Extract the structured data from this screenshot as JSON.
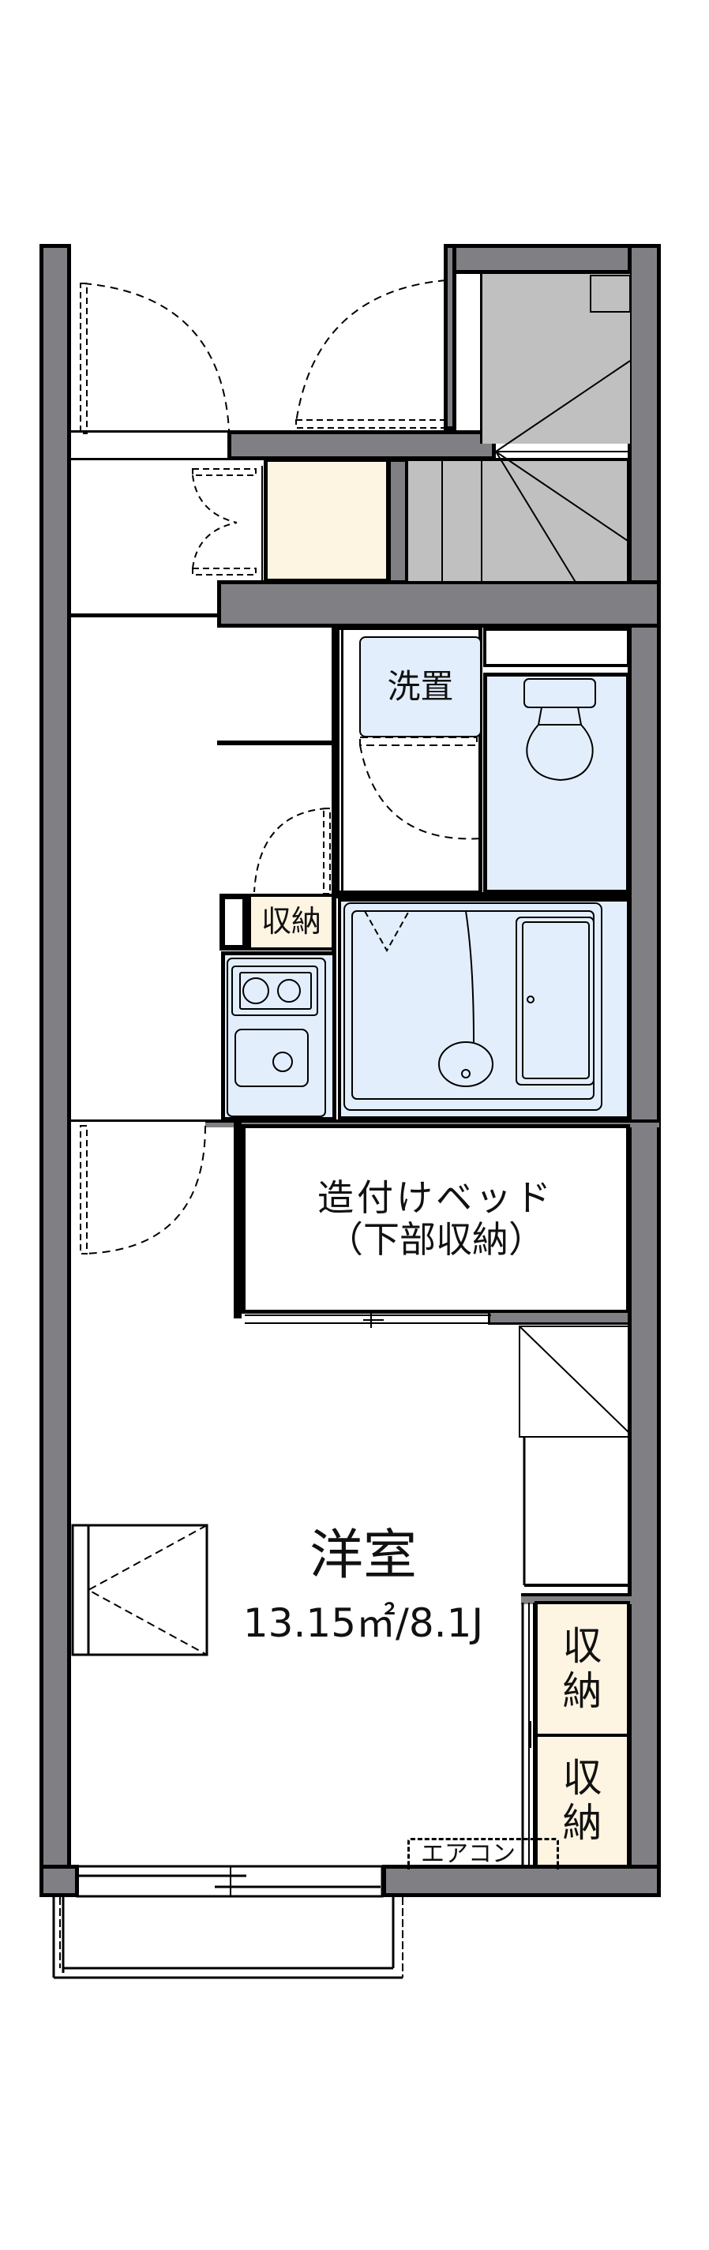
{
  "floor_plan": {
    "rooms": {
      "western_room": {
        "name": "洋室",
        "area": "13.15㎡/8.1J"
      },
      "built_in_bed": {
        "line1": "造付けベッド",
        "line2": "（下部収納）"
      },
      "washer_space": {
        "label": "洗置"
      },
      "kitchen_storage": {
        "label": "収納"
      },
      "closet_upper": {
        "line1": "収",
        "line2": "納"
      },
      "closet_lower": {
        "line1": "収",
        "line2": "納"
      },
      "air_conditioner": {
        "label": "エアコン"
      }
    },
    "fixtures": [
      "entrance-door",
      "shoe-box",
      "staircase",
      "toilet",
      "unit-bath",
      "bathtub",
      "washbasin",
      "two-burner-stove",
      "kitchen-sink",
      "balcony",
      "sliding-window"
    ],
    "colors": {
      "wall": "#808084",
      "wet_area": "#e3eefc",
      "storage": "#fef4e2",
      "stair": "#c0c0c0",
      "outline": "#000000"
    }
  }
}
